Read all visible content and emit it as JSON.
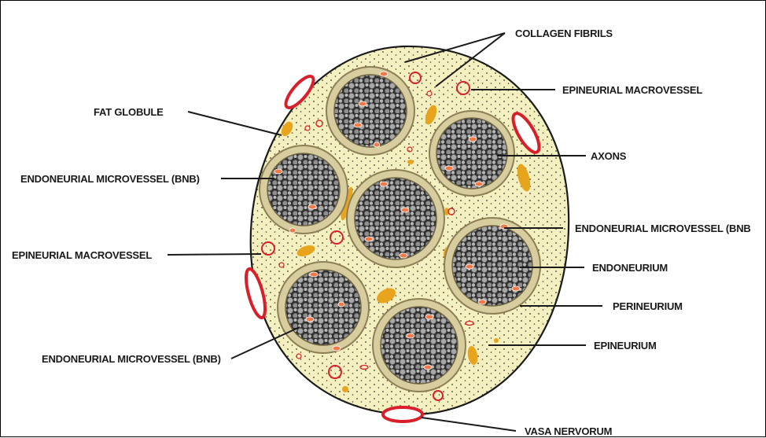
{
  "labels": {
    "collagen_fibrils": "COLLAGEN FIBRILS",
    "epineurial_macrovessel_right": "EPINEURIAL MACROVESSEL",
    "fat_globule": "FAT GLOBULE",
    "axons": "AXONS",
    "endoneurial_microvessel_left_upper": "ENDONEURIAL MICROVESSEL (BNB)",
    "endoneurial_microvessel_right": "ENDONEURIAL MICROVESSEL (BNB",
    "epineurial_macrovessel_left": "EPINEURIAL MACROVESSEL",
    "endoneurium": "ENDONEURIUM",
    "perineurium": "PERINEURIUM",
    "endoneurial_microvessel_left_lower": "ENDONEURIAL MICROVESSEL (BNB)",
    "epineurium": "EPINEURIUM",
    "vasa_nervorum": "VASA NERVORUM"
  },
  "colors": {
    "epineurium": "#f5f0c0",
    "fascicle_ring": "#c9bc8a",
    "endoneurium": "#3a3a3a",
    "axon": "#9a9a9a",
    "vessel_red": "#d9202a",
    "fat": "#e8a41c",
    "microvessel": "#f07a4a"
  }
}
